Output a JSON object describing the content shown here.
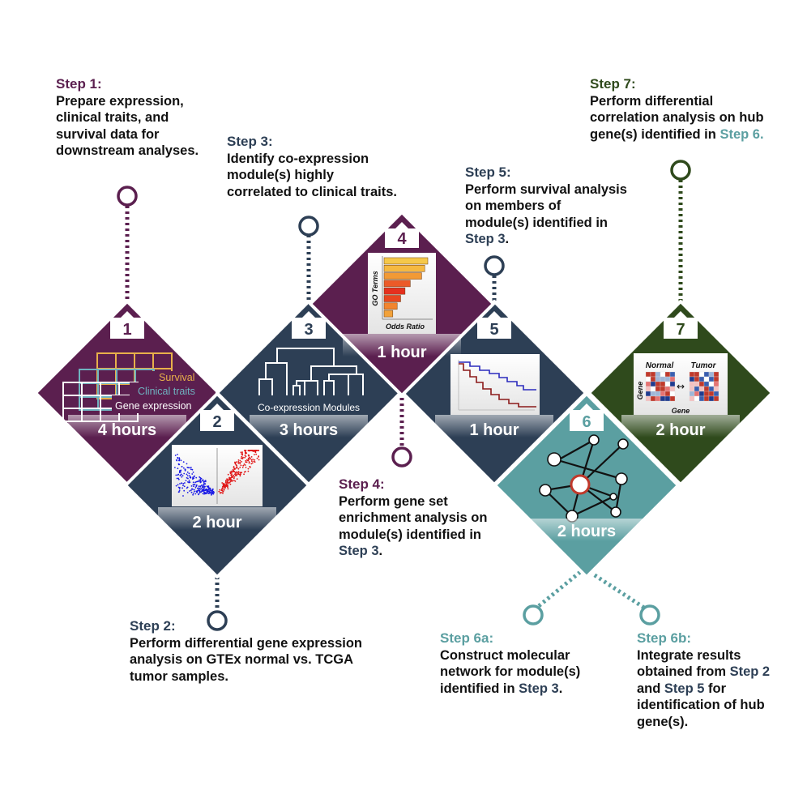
{
  "colors": {
    "purple": "#5b1f4f",
    "navy": "#2d3f55",
    "teal": "#5b9fa1",
    "green": "#2f4a1c",
    "text": "#111111",
    "highlight_navy": "#2d3f55",
    "highlight_teal": "#5b9fa1",
    "volcano_blue": "#1b1be6",
    "volcano_red": "#e01515",
    "surv_blue": "#2b2bbd",
    "surv_red": "#8b1a1a",
    "trait_survival": "#e8b04a",
    "trait_clinical": "#6fb3c0"
  },
  "steps": [
    {
      "id": "1",
      "diamond_label": "1",
      "time": "4 hours",
      "color": "#5b1f4f",
      "heading": "Step 1:",
      "text": "Prepare expression, clinical traits, and survival data for downstream analyses."
    },
    {
      "id": "2",
      "diamond_label": "2",
      "time": "2 hour",
      "color": "#2d3f55",
      "heading": "Step 2:",
      "text": "Perform differential gene expression analysis on GTEx normal vs. TCGA tumor samples."
    },
    {
      "id": "3",
      "diamond_label": "3",
      "time": "3 hours",
      "color": "#2d3f55",
      "heading": "Step 3:",
      "text": "Identify co-expression module(s) highly correlated to clinical traits."
    },
    {
      "id": "4",
      "diamond_label": "4",
      "time": "1 hour",
      "color": "#5b1f4f",
      "heading": "Step 4:",
      "text_before": "Perform gene set enrichment analysis on module(s) identified in ",
      "ref": "Step 3",
      "text_after": "."
    },
    {
      "id": "5",
      "diamond_label": "5",
      "time": "1 hour",
      "color": "#2d3f55",
      "heading": "Step 5:",
      "text_before": "Perform survival analysis on members of module(s) identified in ",
      "ref": "Step 3",
      "text_after": "."
    },
    {
      "id": "6",
      "diamond_label": "6",
      "time": "2 hours",
      "color": "#5b9fa1"
    },
    {
      "id": "6a",
      "heading": "Step 6a:",
      "text_before": "Construct molecular network for module(s) identified in ",
      "ref": "Step 3",
      "text_after": "."
    },
    {
      "id": "6b",
      "heading": "Step 6b:",
      "text_before": "Integrate results obtained from ",
      "ref1": "Step 2",
      "mid": " and ",
      "ref2": "Step 5",
      "text_after": " for identification of hub gene(s)."
    },
    {
      "id": "7",
      "diamond_label": "7",
      "time": "2 hour",
      "color": "#2f4a1c",
      "heading": "Step 7:",
      "text_before": "Perform differential correlation analysis on hub gene(s) identified in ",
      "ref": "Step 6",
      "text_after": "."
    }
  ],
  "icons": {
    "d1_labels": {
      "survival": "Survival",
      "clinical": "Clinical traits",
      "gene": "Gene expression"
    },
    "d3_label": "Co-expression Modules",
    "d4_labels": {
      "y": "GO Terms",
      "x": "Odds Ratio"
    },
    "d7_labels": {
      "normal": "Normal",
      "tumor": "Tumor",
      "gene_y": "Gene",
      "gene_x": "Gene"
    },
    "d4_bars": [
      1.0,
      0.93,
      0.86,
      0.6,
      0.48,
      0.38,
      0.3,
      0.2
    ],
    "d4_bar_colors": [
      "#f5c84a",
      "#f5b940",
      "#f29a35",
      "#ec5a28",
      "#e5301e",
      "#e8461f",
      "#f2852f",
      "#f2a23a"
    ]
  }
}
